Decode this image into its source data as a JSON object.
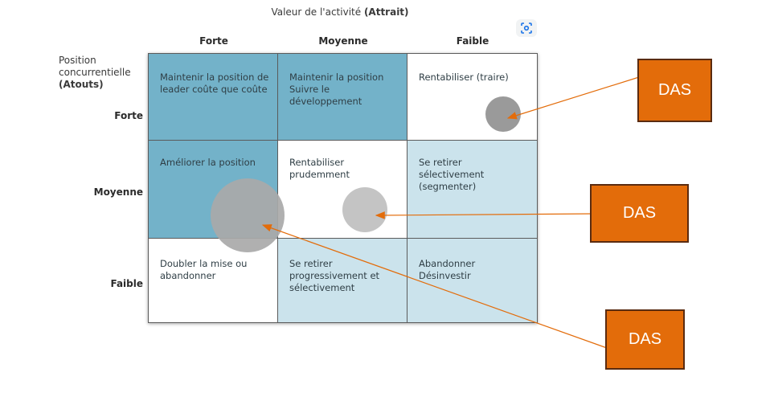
{
  "title": {
    "prefix": "Valeur de l'activité ",
    "bold": "(Attrait)"
  },
  "columns": [
    "Forte",
    "Moyenne",
    "Faible"
  ],
  "row_axis": {
    "line1": "Position",
    "line2": "concurrentielle",
    "bold": "(Atouts)"
  },
  "rows": [
    "Forte",
    "Moyenne",
    "Faible"
  ],
  "cells": [
    [
      "Maintenir la position de leader coûte que coûte",
      "Maintenir la position Suivre le développement",
      "Rentabiliser (traire)"
    ],
    [
      "Améliorer la position",
      "Rentabiliser prudemment",
      "Se retirer sélectivement (segmenter)"
    ],
    [
      "Doubler la mise ou abandonner",
      "Se retirer progressivement et sélectivement",
      "Abandonner Désinvestir"
    ]
  ],
  "callouts": [
    "DAS",
    "DAS",
    "DAS"
  ],
  "colors": {
    "dark_cell": "#73b2c9",
    "light_cell": "#cbe3ec",
    "circle": "#a9a9a9",
    "callout": "#e36c0a",
    "arrow": "#e36c0a"
  }
}
